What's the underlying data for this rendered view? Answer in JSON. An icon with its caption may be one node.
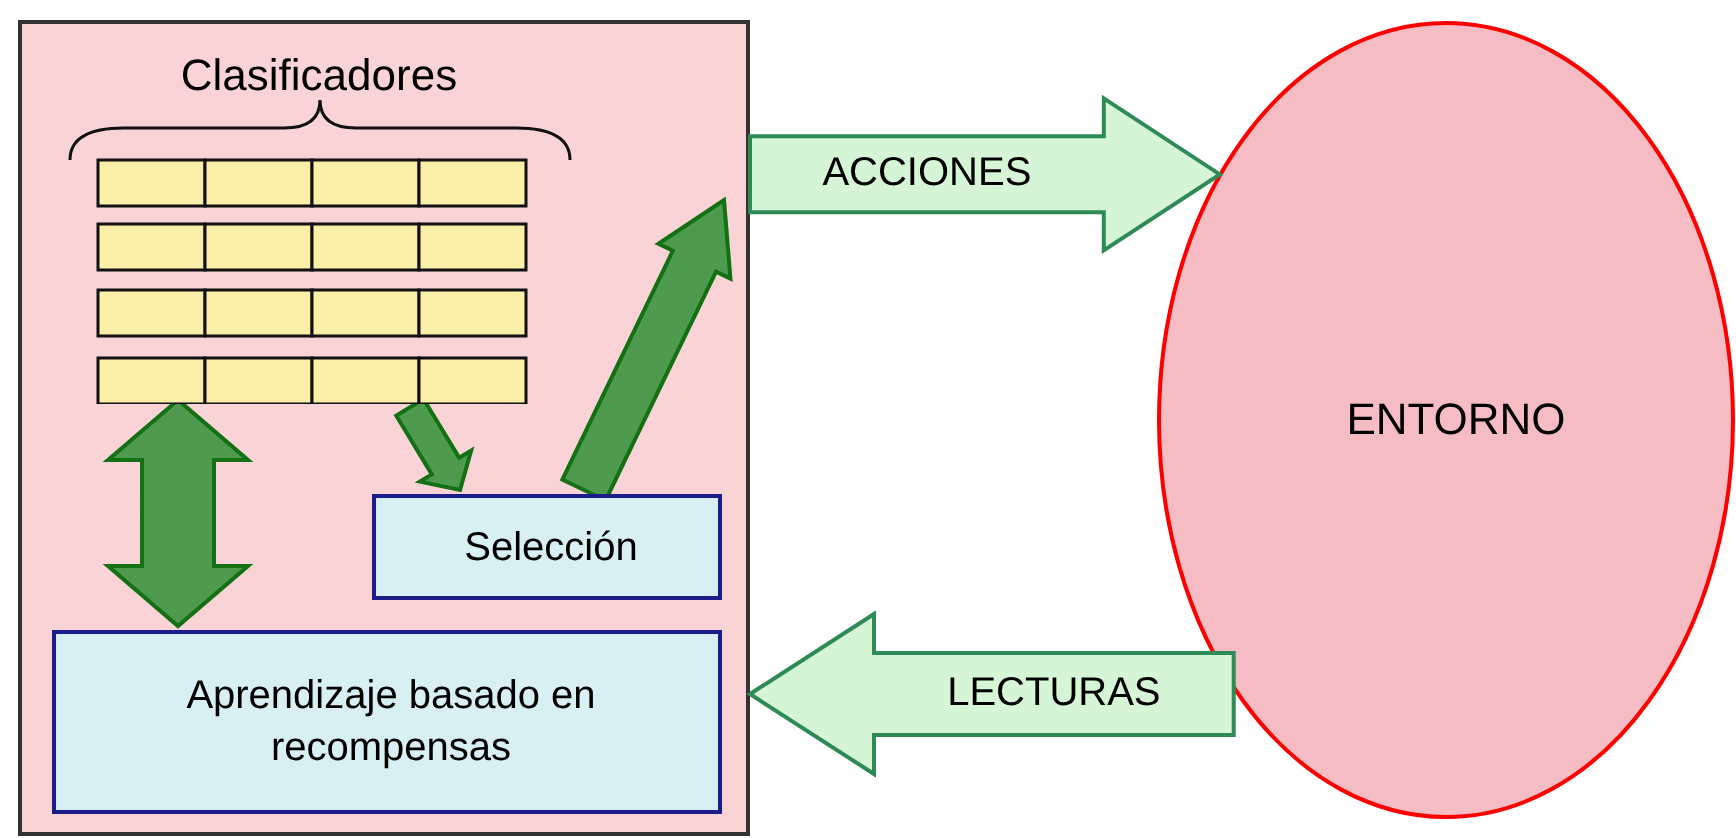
{
  "diagram": {
    "nodes": [
      {
        "text": [],
        "shape": "box"
      },
      {
        "text": [
          "Clasificadores"
        ],
        "in": 0
      },
      {
        "text": [
          "Selección"
        ],
        "in": 0
      },
      {
        "text": [
          "Aprendizaje basado en recompensas"
        ],
        "in": 0
      },
      {
        "text": [
          "ENTORNO"
        ]
      }
    ],
    "edges": [
      {
        "from": 1,
        "to": 3,
        "arrow": "both"
      },
      {
        "from": 1,
        "to": 2,
        "arrow": "to"
      },
      {
        "from": 2,
        "to": null,
        "arrow": "to"
      },
      {
        "from": 0,
        "to": 4,
        "arrow": "to",
        "label": "ACCIONES",
        "color": "#d6f5d6"
      },
      {
        "from": 4,
        "to": 0,
        "arrow": "to",
        "label": "LECTURAS",
        "color": "#d6f5d6"
      }
    ]
  }
}
